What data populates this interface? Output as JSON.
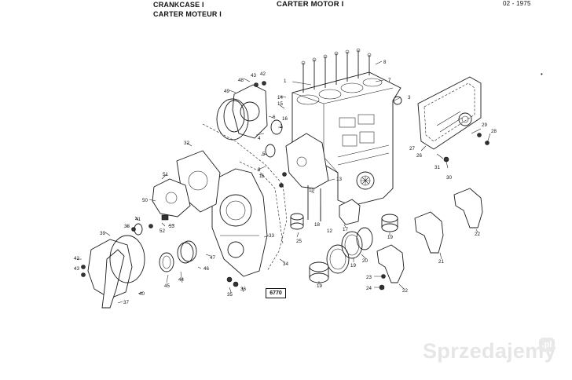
{
  "header": {
    "title_line1": "CRANKCASE I",
    "title_line2": "CARTER MOTEUR I",
    "title_center": "CARTER MOTOR I",
    "date": "02 - 1975"
  },
  "drawing_reference": "6770",
  "watermark": {
    "text": "Sprzedajemy",
    "badge": ".pl"
  },
  "part_numbers": [
    "1",
    "2",
    "3",
    "4",
    "5",
    "6",
    "7",
    "8",
    "9",
    "10",
    "11",
    "12",
    "13",
    "14",
    "15",
    "16",
    "17",
    "18",
    "19",
    "20",
    "21",
    "22",
    "23",
    "24",
    "25",
    "26",
    "27",
    "28",
    "29",
    "30",
    "31",
    "32",
    "33",
    "34",
    "35",
    "36",
    "37",
    "38",
    "39",
    "40",
    "41",
    "42",
    "43",
    "44",
    "45",
    "46",
    "47",
    "48",
    "49",
    "50",
    "51",
    "52",
    "53"
  ],
  "callouts": {
    "c8": "8",
    "c7": "7",
    "c3": "3",
    "c1": "1",
    "c43": "43",
    "c42": "42",
    "c48": "48",
    "c49": "49",
    "c14": "14",
    "c15": "15",
    "c6": "6",
    "c16": "16",
    "c2": "2",
    "c4": "4",
    "c5": "5",
    "c9": "9",
    "c11": "11",
    "c32": "32",
    "c51": "51",
    "c50": "50",
    "c52": "52",
    "c53": "53",
    "c41": "41",
    "c38": "38",
    "c39": "39",
    "c42b": "42",
    "c43b": "43",
    "c37": "37",
    "c40": "40",
    "c45": "45",
    "c44": "44",
    "c46": "46",
    "c47": "47",
    "c35": "35",
    "c36": "36",
    "c33": "33",
    "c34": "34",
    "c25": "25",
    "c10": "10",
    "c13": "13",
    "c12": "12",
    "c18": "18",
    "c17": "17",
    "c19a": "19",
    "c19b": "19",
    "c19c": "19",
    "c20": "20",
    "c23": "23",
    "c24": "24",
    "c22a": "22",
    "c22b": "22",
    "c21": "21",
    "c26": "26",
    "c27": "27",
    "c28": "28",
    "c29": "29",
    "c30": "30",
    "c31": "31"
  }
}
